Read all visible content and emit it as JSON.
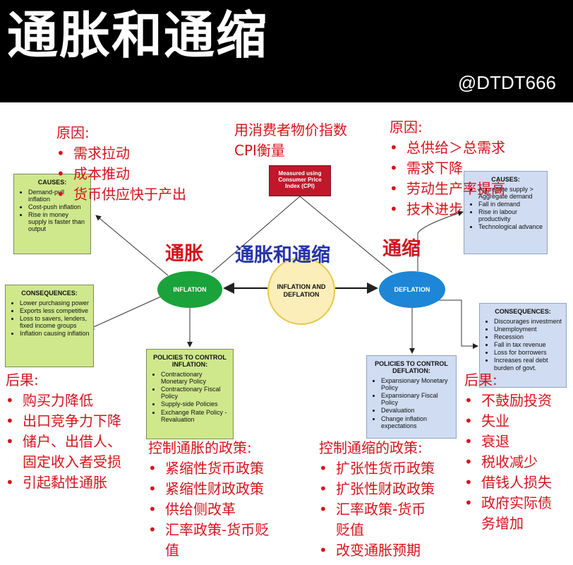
{
  "header": {
    "title": "通胀和通缩",
    "handle": "@DTDT666"
  },
  "diagram": {
    "cpi_box": [
      "Measured using",
      "Consumer Price",
      "Index (CPI)"
    ],
    "center": [
      "INFLATION AND",
      "DEFLATION"
    ],
    "inflation_node": "INFLATION",
    "deflation_node": "DEFLATION",
    "inflation_causes": {
      "title": "CAUSES:",
      "items": [
        "Demand-pull inflation",
        "Cost-push inflation",
        "Rise in money supply is faster than output"
      ]
    },
    "inflation_consequences": {
      "title": "CONSEQUENCES:",
      "items": [
        "Lower purchasing power",
        "Exports less competitive",
        "Loss to savers, lenders, fixed income groups",
        "Inflation causing inflation"
      ]
    },
    "inflation_policies": {
      "title": "POLICIES TO CONTROL INFLATION:",
      "items": [
        "Contractionary Monetary Policy",
        "Contractionary Fiscal Policy",
        "Supply-side Policies",
        "Exchange Rate Policy - Revaluation"
      ]
    },
    "deflation_causes": {
      "title": "CAUSES:",
      "items": [
        "Aggregate supply > Aggregate demand",
        "Fall in demand",
        "Rise in labour productivity",
        "Technological advance"
      ]
    },
    "deflation_consequences": {
      "title": "CONSEQUENCES:",
      "items": [
        "Discourages investment",
        "Unemployment",
        "Recession",
        "Fall in tax revenue",
        "Loss for borrowers",
        "Increases real debt burden of govt."
      ]
    },
    "deflation_policies": {
      "title": "POLICIES TO CONTROL DEFLATION:",
      "items": [
        "Expansionary Monetary Policy",
        "Expansionary Fiscal Policy",
        "Devaluation",
        "Change inflation expectations"
      ]
    }
  },
  "annotations": {
    "label_inflation": "通胀",
    "label_deflation": "通缩",
    "label_center": "通胀和通缩",
    "cpi_note": [
      "用消费者物价指数",
      "CPI衡量"
    ],
    "inflation_causes_title": "原因:",
    "inflation_causes": [
      "需求拉动",
      "成本推动",
      "货币供应快于产出"
    ],
    "deflation_causes_title": "原因:",
    "deflation_causes": [
      "总供给＞总需求",
      "需求下降",
      "劳动生产率提高",
      "技术进步"
    ],
    "inflation_effects_title": "后果:",
    "inflation_effects": [
      "购买力降低",
      "出口竞争力下降",
      "储户、出借人、",
      "固定收入者受损",
      "引起黏性通胀"
    ],
    "deflation_effects_title": "后果:",
    "deflation_effects": [
      "不鼓励投资",
      "失业",
      "衰退",
      "税收减少",
      "借钱人损失",
      "政府实际债",
      "务增加"
    ],
    "inflation_policy_title": "控制通胀的政策:",
    "inflation_policies": [
      "紧缩性货币政策",
      "紧缩性财政政策",
      "供给侧改革",
      "汇率政策-货币贬",
      "值"
    ],
    "deflation_policy_title": "控制通缩的政策:",
    "deflation_policies": [
      "扩张性货币政策",
      "扩张性财政政策",
      "汇率政策-货币",
      "贬值",
      "改变通胀预期"
    ]
  },
  "bullet": "•",
  "colors": {
    "banner": "#000000",
    "annotation_red": "#d5141c",
    "annotation_blue": "#2534a8",
    "inflation": "#19a33a",
    "deflation": "#1d86d6",
    "green_box": "#cfe88c",
    "blue_box": "#cfdcf1",
    "cpi_box": "#c0172b"
  }
}
